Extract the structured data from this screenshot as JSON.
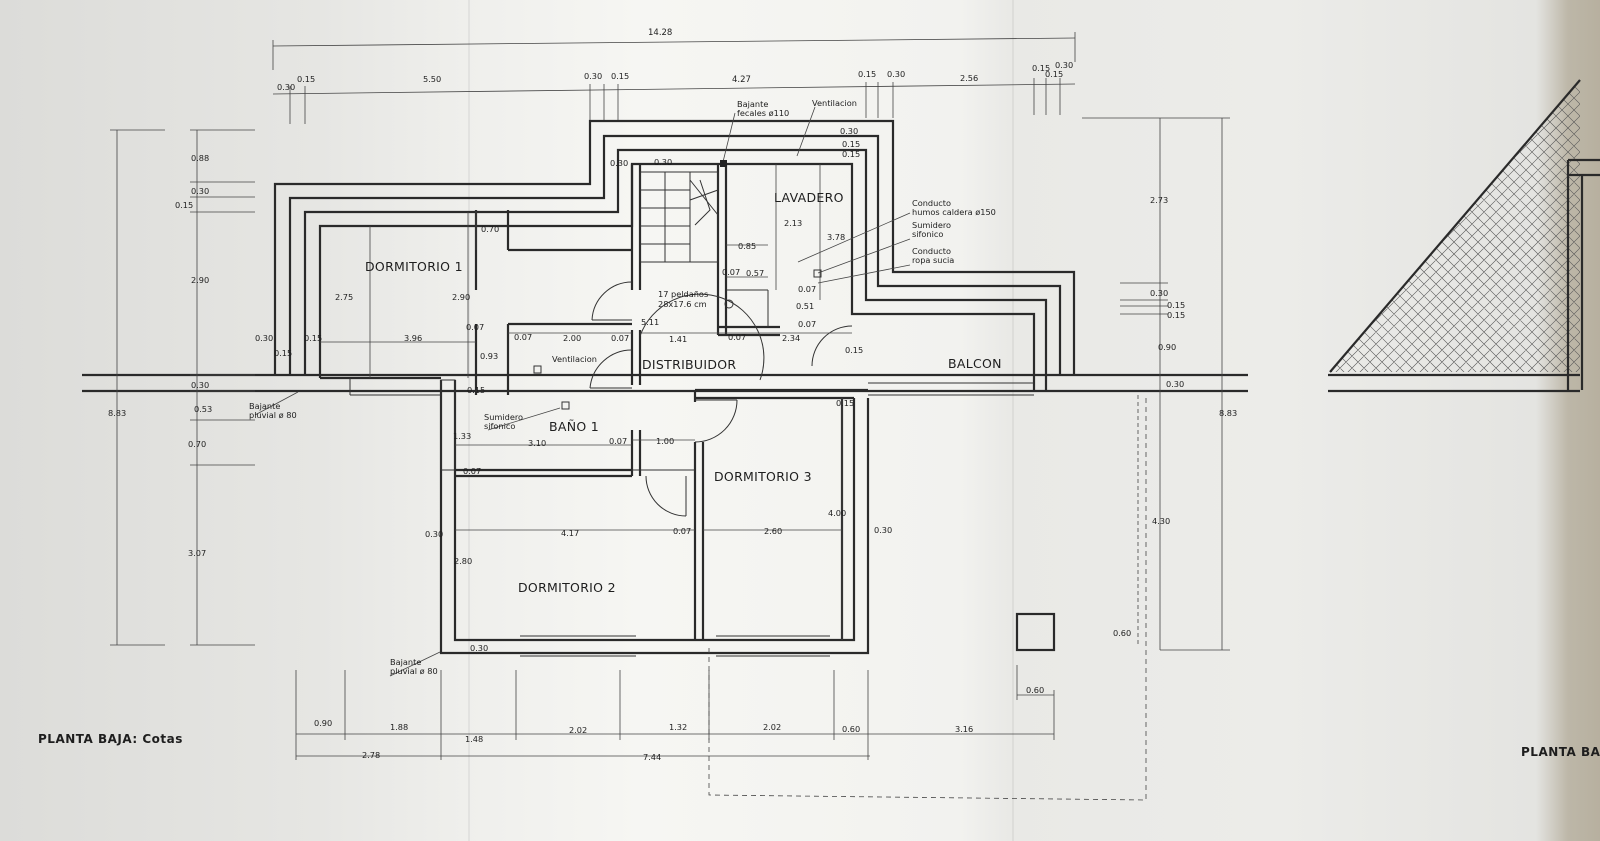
{
  "plan": {
    "title_left": "PLANTA BAJA: Cotas",
    "title_right": "PLANTA BA"
  },
  "rooms": {
    "dormitorio1": "DORMITORIO  1",
    "dormitorio2": "DORMITORIO  2",
    "dormitorio3": "DORMITORIO  3",
    "bano1": "BAÑO  1",
    "distribuidor": "DISTRIBUIDOR",
    "lavadero": "LAVADERO",
    "balcon": "BALCON"
  },
  "notes": {
    "bajante_fecales_1": "Bajante",
    "bajante_fecales_2": "fecales ø110",
    "ventilacion_top": "Ventilacion",
    "conducto_humos_1": "Conducto",
    "conducto_humos_2": "humos caldera ø150",
    "sumidero_sifonico_1": "Sumidero",
    "sumidero_sifonico_2": "sifonico",
    "conducto_ropa_1": "Conducto",
    "conducto_ropa_2": "ropa sucia",
    "peldanos_1": "17 peldaños",
    "peldanos_2": "28x17.6 cm",
    "ventilacion_bano": "Ventilacion",
    "sumidero_bano_1": "Sumidero",
    "sumidero_bano_2": "sifonico",
    "bajante_pluvial_1a": "Bajante",
    "bajante_pluvial_1b": "pluvial ø 80",
    "bajante_pluvial_2a": "Bajante",
    "bajante_pluvial_2b": "pluvial ø 80"
  },
  "dims": {
    "top_total": "14.28",
    "t_030a": "0.30",
    "t_015a": "0.15",
    "t_550": "5.50",
    "t_030b": "0.30",
    "t_015b": "0.15",
    "t_427": "4.27",
    "t_015c": "0.15",
    "t_030c": "0.30",
    "t_256": "2.56",
    "t_015d": "0.15",
    "t_030d": "0.30",
    "t_015e": "0.15",
    "left_088": "0.88",
    "left_030": "0.30",
    "left_015": "0.15",
    "left_290": "2.90",
    "left_030b": "0.30",
    "left_053": "0.53",
    "left_070": "0.70",
    "left_307": "3.07",
    "left_883": "8.83",
    "right_273": "2.73",
    "right_030": "0.30",
    "right_015a": "0.15",
    "right_015b": "0.15",
    "right_090": "0.90",
    "right_030b": "0.30",
    "right_430": "4.30",
    "right_883": "8.83",
    "right_060a": "0.60",
    "right_060b": "0.60",
    "b_090": "0.90",
    "b_188": "1.88",
    "b_148": "1.48",
    "b_202a": "2.02",
    "b_132": "1.32",
    "b_202b": "2.02",
    "b_060": "0.60",
    "b_316": "3.16",
    "b_278": "2.78",
    "b_744": "7.44",
    "i_030a": "0.30",
    "i_030b": "0.30",
    "i_070": "0.70",
    "i_275": "2.75",
    "i_290": "2.90",
    "i_030c": "0.30",
    "i_015a": "0.15",
    "i_396": "3.96",
    "i_015b": "0.15",
    "i_007a": "0.07",
    "i_007b": "0.07",
    "i_200": "2.00",
    "i_007c": "0.07",
    "i_511": "5.11",
    "i_141": "1.41",
    "i_007d": "0.07",
    "i_234": "2.34",
    "i_093": "0.93",
    "i_015c": "0.15",
    "i_213": "2.13",
    "i_378": "3.78",
    "i_085": "0.85",
    "i_007e": "0.07",
    "i_057": "0.57",
    "i_007f": "0.07",
    "i_051": "0.51",
    "i_007g": "0.07",
    "i_030d": "0.30",
    "i_015d": "0.15",
    "i_015e": "0.15",
    "i_015f": "0.15",
    "i_015g": "0.15",
    "i_133": "1.33",
    "i_310": "3.10",
    "i_007h": "0.07",
    "i_100": "1.00",
    "i_007i": "0.07",
    "i_417": "4.17",
    "i_007j": "0.07",
    "i_260": "2.60",
    "i_400": "4.00",
    "i_030e": "0.30",
    "i_030f": "0.30",
    "i_280": "2.80",
    "i_030g": "0.30"
  }
}
